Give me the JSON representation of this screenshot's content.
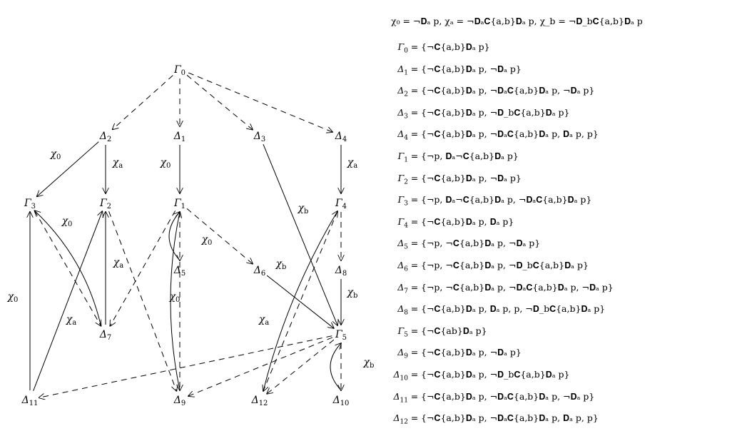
{
  "header": {
    "chi_defs": "χ₀ = ¬𝐃ₐ p, χₐ = ¬𝐃ₐ𝐂{a,b}𝐃ₐ p, χ_b = ¬𝐃_b𝐂{a,b}𝐃ₐ p"
  },
  "nodes": [
    {
      "id": "G0",
      "base": "Γ",
      "sub": "0"
    },
    {
      "id": "D2",
      "base": "Δ",
      "sub": "2"
    },
    {
      "id": "D1",
      "base": "Δ",
      "sub": "1"
    },
    {
      "id": "D3",
      "base": "Δ",
      "sub": "3"
    },
    {
      "id": "D4",
      "base": "Δ",
      "sub": "4"
    },
    {
      "id": "G3",
      "base": "Γ",
      "sub": "3"
    },
    {
      "id": "G2",
      "base": "Γ",
      "sub": "2"
    },
    {
      "id": "G1",
      "base": "Γ",
      "sub": "1"
    },
    {
      "id": "G4",
      "base": "Γ",
      "sub": "4"
    },
    {
      "id": "D5",
      "base": "Δ",
      "sub": "5"
    },
    {
      "id": "D6",
      "base": "Δ",
      "sub": "6"
    },
    {
      "id": "D8",
      "base": "Δ",
      "sub": "8"
    },
    {
      "id": "D7",
      "base": "Δ",
      "sub": "7"
    },
    {
      "id": "G5",
      "base": "Γ",
      "sub": "5"
    },
    {
      "id": "D11",
      "base": "Δ",
      "sub": "11"
    },
    {
      "id": "D9",
      "base": "Δ",
      "sub": "9"
    },
    {
      "id": "D12",
      "base": "Δ",
      "sub": "12"
    },
    {
      "id": "D10",
      "base": "Δ",
      "sub": "10"
    }
  ],
  "edges": [
    {
      "from": "G0",
      "to": "D2",
      "style": "dashed",
      "label": ""
    },
    {
      "from": "G0",
      "to": "D1",
      "style": "dashed",
      "label": ""
    },
    {
      "from": "G0",
      "to": "D3",
      "style": "dashed",
      "label": ""
    },
    {
      "from": "G0",
      "to": "D4",
      "style": "dashed",
      "label": ""
    },
    {
      "from": "D2",
      "to": "G3",
      "style": "solid",
      "label": "χ0"
    },
    {
      "from": "D2",
      "to": "G2",
      "style": "solid",
      "label": "χa"
    },
    {
      "from": "D1",
      "to": "G1",
      "style": "solid",
      "label": "χ0"
    },
    {
      "from": "D4",
      "to": "G4",
      "style": "solid",
      "label": "χa"
    },
    {
      "from": "D3",
      "to": "G5",
      "style": "solid",
      "label": "χb"
    },
    {
      "from": "G3",
      "to": "D7",
      "style": "dashed",
      "label": ""
    },
    {
      "from": "D7",
      "to": "G3",
      "style": "solid",
      "label": "χ0"
    },
    {
      "from": "D7",
      "to": "G2",
      "style": "solid",
      "label": "χa"
    },
    {
      "from": "G2",
      "to": "D9",
      "style": "dashed",
      "label": ""
    },
    {
      "from": "G1",
      "to": "D7",
      "style": "dashed",
      "label": ""
    },
    {
      "from": "G1",
      "to": "D5",
      "style": "dashed",
      "label": ""
    },
    {
      "from": "D5",
      "to": "G1",
      "style": "solid",
      "label": "χ0"
    },
    {
      "from": "G1",
      "to": "D6",
      "style": "dashed",
      "label": ""
    },
    {
      "from": "G1",
      "to": "D9",
      "style": "dashed",
      "label": ""
    },
    {
      "from": "D9",
      "to": "G1",
      "style": "solid",
      "label": "χ0"
    },
    {
      "from": "D6",
      "to": "G5",
      "style": "solid",
      "label": "χb"
    },
    {
      "from": "G4",
      "to": "D8",
      "style": "dashed",
      "label": ""
    },
    {
      "from": "D8",
      "to": "G5",
      "style": "solid",
      "label": "χb"
    },
    {
      "from": "G4",
      "to": "D12",
      "style": "dashed",
      "label": ""
    },
    {
      "from": "D12",
      "to": "G4",
      "style": "solid",
      "label": "χa"
    },
    {
      "from": "G5",
      "to": "D11",
      "style": "dashed",
      "label": ""
    },
    {
      "from": "G5",
      "to": "D9",
      "style": "dashed",
      "label": ""
    },
    {
      "from": "G5",
      "to": "D12",
      "style": "dashed",
      "label": ""
    },
    {
      "from": "G5",
      "to": "D10",
      "style": "dashed",
      "label": ""
    },
    {
      "from": "D10",
      "to": "G5",
      "style": "solid",
      "label": "χb"
    },
    {
      "from": "D11",
      "to": "G3",
      "style": "solid",
      "label": "χ0"
    },
    {
      "from": "D11",
      "to": "G2",
      "style": "solid",
      "label": "χa"
    }
  ],
  "definitions": [
    {
      "lhs_base": "Γ",
      "lhs_sub": "0",
      "rhs": "{¬𝐂{a,b}𝐃ₐ p}"
    },
    {
      "lhs_base": "Δ",
      "lhs_sub": "1",
      "rhs": "{¬𝐂{a,b}𝐃ₐ p, ¬𝐃ₐ p}"
    },
    {
      "lhs_base": "Δ",
      "lhs_sub": "2",
      "rhs": "{¬𝐂{a,b}𝐃ₐ p, ¬𝐃ₐ𝐂{a,b}𝐃ₐ p, ¬𝐃ₐ p}"
    },
    {
      "lhs_base": "Δ",
      "lhs_sub": "3",
      "rhs": "{¬𝐂{a,b}𝐃ₐ p, ¬𝐃_b𝐂{a,b}𝐃ₐ p}"
    },
    {
      "lhs_base": "Δ",
      "lhs_sub": "4",
      "rhs": "{¬𝐂{a,b}𝐃ₐ p, ¬𝐃ₐ𝐂{a,b}𝐃ₐ p, 𝐃ₐ p, p}"
    },
    {
      "lhs_base": "Γ",
      "lhs_sub": "1",
      "rhs": "{¬p, 𝐃ₐ¬𝐂{a,b}𝐃ₐ p}"
    },
    {
      "lhs_base": "Γ",
      "lhs_sub": "2",
      "rhs": "{¬𝐂{a,b}𝐃ₐ p, ¬𝐃ₐ p}"
    },
    {
      "lhs_base": "Γ",
      "lhs_sub": "3",
      "rhs": "{¬p, 𝐃ₐ¬𝐂{a,b}𝐃ₐ p, ¬𝐃ₐ𝐂{a,b}𝐃ₐ p}"
    },
    {
      "lhs_base": "Γ",
      "lhs_sub": "4",
      "rhs": "{¬𝐂{a,b}𝐃ₐ p, 𝐃ₐ p}"
    },
    {
      "lhs_base": "Δ",
      "lhs_sub": "5",
      "rhs": "{¬p, ¬𝐂{a,b}𝐃ₐ p, ¬𝐃ₐ p}"
    },
    {
      "lhs_base": "Δ",
      "lhs_sub": "6",
      "rhs": "{¬p, ¬𝐂{a,b}𝐃ₐ p, ¬𝐃_b𝐂{a,b}𝐃ₐ p}"
    },
    {
      "lhs_base": "Δ",
      "lhs_sub": "7",
      "rhs": "{¬p, ¬𝐂{a,b}𝐃ₐ p, ¬𝐃ₐ𝐂{a,b}𝐃ₐ p, ¬𝐃ₐ p}"
    },
    {
      "lhs_base": "Δ",
      "lhs_sub": "8",
      "rhs": "{¬𝐂{a,b}𝐃ₐ p, 𝐃ₐ p, p, ¬𝐃_b𝐂{a,b}𝐃ₐ p}"
    },
    {
      "lhs_base": "Γ",
      "lhs_sub": "5",
      "rhs": "{¬𝐂{ab}𝐃ₐ p}"
    },
    {
      "lhs_base": "Δ",
      "lhs_sub": "9",
      "rhs": "{¬𝐂{a,b}𝐃ₐ p, ¬𝐃ₐ p}"
    },
    {
      "lhs_base": "Δ",
      "lhs_sub": "10",
      "rhs": "{¬𝐂{a,b}𝐃ₐ p, ¬𝐃_b𝐂{a,b}𝐃ₐ p}"
    },
    {
      "lhs_base": "Δ",
      "lhs_sub": "11",
      "rhs": "{¬𝐂{a,b}𝐃ₐ p, ¬𝐃ₐ𝐂{a,b}𝐃ₐ p, ¬𝐃ₐ p}"
    },
    {
      "lhs_base": "Δ",
      "lhs_sub": "12",
      "rhs": "{¬𝐂{a,b}𝐃ₐ p, ¬𝐃ₐ𝐂{a,b}𝐃ₐ p, 𝐃ₐ p, p}"
    }
  ]
}
